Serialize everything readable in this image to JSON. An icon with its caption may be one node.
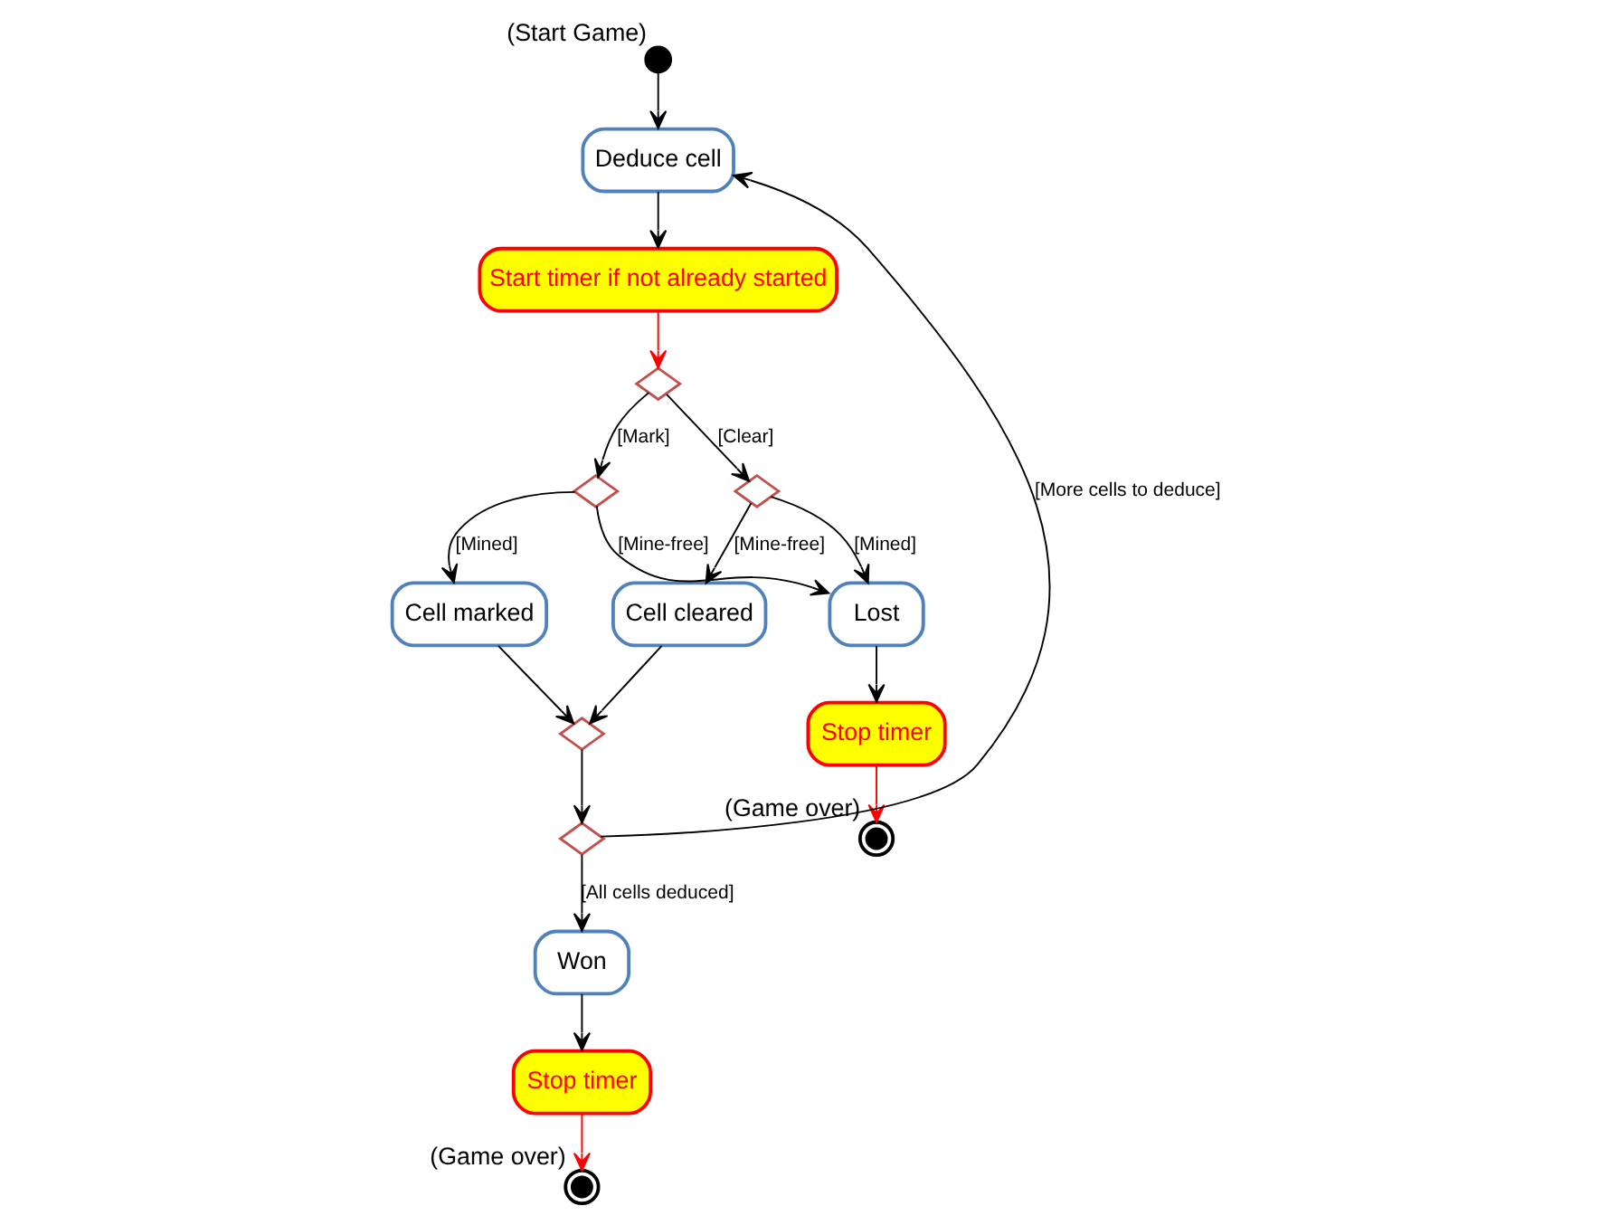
{
  "diagram": {
    "nodes": [
      {
        "text": [],
        "shape": "circle",
        "beside": [
          "(Start Game)"
        ]
      },
      {
        "text": [
          "Deduce cell"
        ]
      },
      {
        "text": [
          "Start timer if not already started"
        ]
      },
      {
        "text": [],
        "shape": "diamond"
      },
      {
        "text": [],
        "shape": "diamond"
      },
      {
        "text": [
          "Lost"
        ]
      },
      {
        "text": [],
        "shape": "diamond"
      },
      {
        "text": [
          "Stop timer"
        ]
      },
      {
        "text": [],
        "shape": "circle",
        "beside": [
          "(Game over)"
        ]
      },
      {
        "text": [
          "Cell cleared"
        ]
      },
      {
        "text": [
          "Cell marked"
        ]
      },
      {
        "text": [],
        "shape": "diamond"
      },
      {
        "text": [
          "Won"
        ]
      },
      {
        "text": [],
        "shape": "diamond"
      },
      {
        "text": [
          "Stop timer"
        ]
      },
      {
        "text": [],
        "shape": "circle",
        "beside": [
          "(Game over)"
        ]
      }
    ],
    "edges": [
      {
        "from": 0,
        "to": 1,
        "arrow": "to"
      },
      {
        "from": 1,
        "to": 2,
        "arrow": "to"
      },
      {
        "from": 2,
        "to": 3,
        "arrow": "to",
        "color": "#ff0000"
      },
      {
        "from": 3,
        "to": 4,
        "arrow": "to",
        "label": "[Clear]"
      },
      {
        "from": 3,
        "to": 6,
        "arrow": "to",
        "label": "[Mark]"
      },
      {
        "from": 4,
        "to": 5,
        "arrow": "to",
        "label": "[Mined]"
      },
      {
        "from": 4,
        "to": 9,
        "arrow": "to",
        "label": "[Mine-free]"
      },
      {
        "from": 6,
        "to": 5,
        "arrow": "to",
        "label": "[Mine-free]"
      },
      {
        "from": 6,
        "to": 10,
        "arrow": "to",
        "label": "[Mined]"
      },
      {
        "from": 5,
        "to": 7,
        "arrow": "to"
      },
      {
        "from": 7,
        "to": 8,
        "arrow": "to",
        "color": "#ff0000"
      },
      {
        "from": 9,
        "to": 11,
        "arrow": "to"
      },
      {
        "from": 10,
        "to": 11,
        "arrow": "to"
      },
      {
        "from": 11,
        "to": 13,
        "arrow": "to"
      },
      {
        "from": 13,
        "to": 12,
        "arrow": "to",
        "label": "[All cells deduced]"
      },
      {
        "from": 13,
        "to": 1,
        "arrow": "to",
        "label": "[More cells to deduce]"
      },
      {
        "from": 12,
        "to": 14,
        "arrow": "to"
      },
      {
        "from": 14,
        "to": 15,
        "arrow": "to",
        "color": "#ff0000"
      }
    ]
  }
}
